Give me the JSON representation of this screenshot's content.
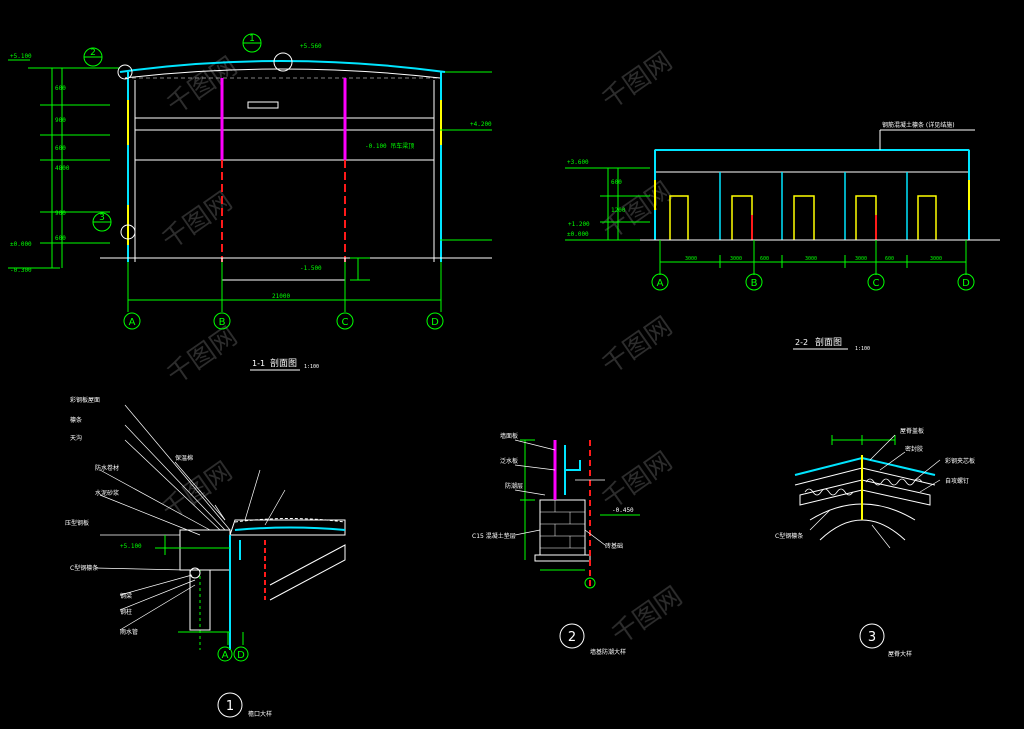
{
  "colors": {
    "background": "#000000",
    "cyan": "#00e5ff",
    "green": "#00ff00",
    "magenta": "#ff00ff",
    "yellow": "#ffff00",
    "red": "#ff1a1a",
    "white": "#ffffff",
    "watermark": "#3a3a3a"
  },
  "watermark": {
    "text": "千图网",
    "icon": "leaf-logo-icon"
  },
  "section_1_1": {
    "caption_number": "1-1",
    "caption_text": "剖面图",
    "scale": "1:100",
    "axes": [
      "A",
      "B",
      "C",
      "D"
    ],
    "detail_markers": [
      "2",
      "1",
      "3"
    ],
    "overall_dim": "21000"
  },
  "section_2_2": {
    "caption_number": "2-2",
    "caption_text": "剖面图",
    "scale": "1:100",
    "axes": [
      "A",
      "B",
      "C",
      "D"
    ],
    "top_note": "钢筋混凝土檩条 (详见结施)"
  },
  "detail_1": {
    "number": "1",
    "caption": "檐口大样",
    "axis_labels": [
      "A",
      "D"
    ],
    "notes": [
      "彩钢板屋面",
      "檩条",
      "天沟",
      "防水卷材",
      "水泥砂浆",
      "压型钢板",
      "C型钢檩条",
      "钢梁",
      "钢柱",
      "雨水管",
      "保温棉"
    ]
  },
  "detail_2": {
    "number": "2",
    "caption": "墙基防潮大样",
    "notes": [
      "墙面板",
      "泛水板",
      "防潮层",
      "砖基础",
      "C15 混凝土垫层",
      "-0.450"
    ]
  },
  "detail_3": {
    "number": "3",
    "caption": "屋脊大样",
    "notes": [
      "屋脊盖板",
      "密封胶",
      "彩钢夹芯板",
      "自攻螺钉",
      "C型钢檩条"
    ]
  }
}
